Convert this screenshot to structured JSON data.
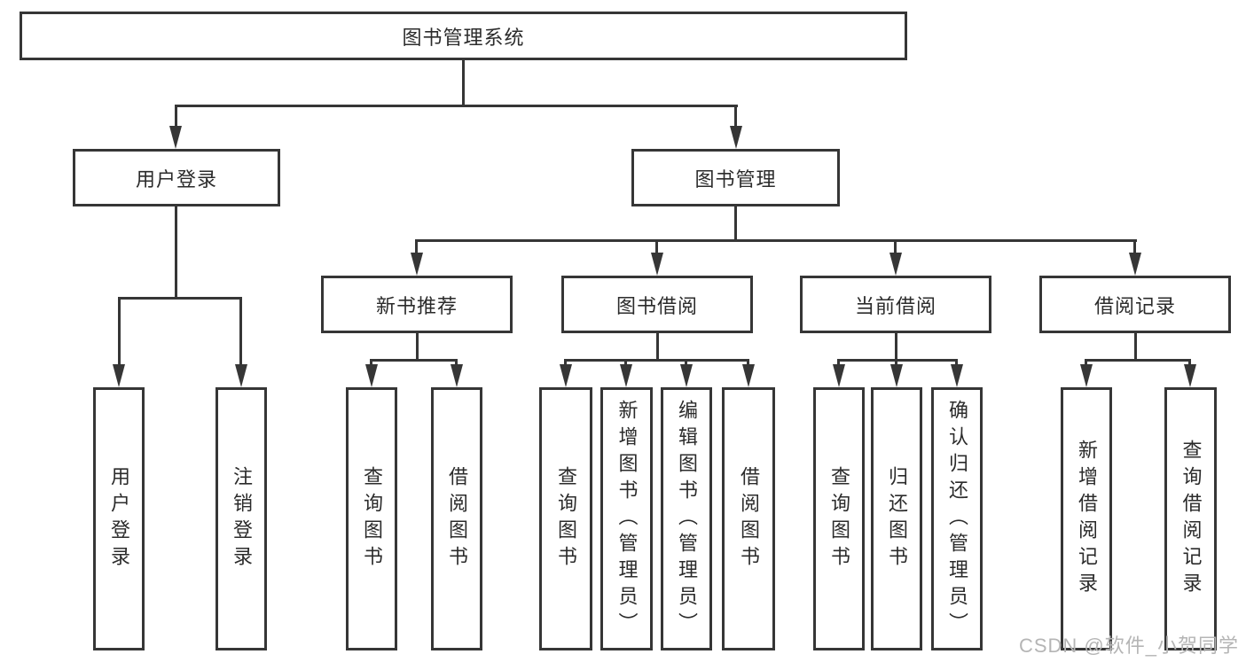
{
  "colors": {
    "line": "#363636",
    "text": "#2b2b2b",
    "background": "#ffffff",
    "watermark": "#b5b5b5"
  },
  "diagram": {
    "root": {
      "label": "图书管理系统"
    },
    "level2": [
      {
        "label": "用户登录"
      },
      {
        "label": "图书管理"
      }
    ],
    "level3": [
      {
        "label": "新书推荐"
      },
      {
        "label": "图书借阅"
      },
      {
        "label": "当前借阅"
      },
      {
        "label": "借阅记录"
      }
    ],
    "leaves": {
      "user_login": [
        {
          "label": "用户登录"
        },
        {
          "label": "注销登录"
        }
      ],
      "new_book_recommend": [
        {
          "label": "查询图书"
        },
        {
          "label": "借阅图书"
        }
      ],
      "book_borrow": [
        {
          "label": "查询图书"
        },
        {
          "label": "新增图书（管理员）"
        },
        {
          "label": "编辑图书（管理员）"
        },
        {
          "label": "借阅图书"
        }
      ],
      "current_borrow": [
        {
          "label": "查询图书"
        },
        {
          "label": "归还图书"
        },
        {
          "label": "确认归还（管理员）"
        }
      ],
      "borrow_records": [
        {
          "label": "新增借阅记录"
        },
        {
          "label": "查询借阅记录"
        }
      ]
    }
  },
  "watermark": {
    "text": "CSDN @软件_小贺同学"
  }
}
